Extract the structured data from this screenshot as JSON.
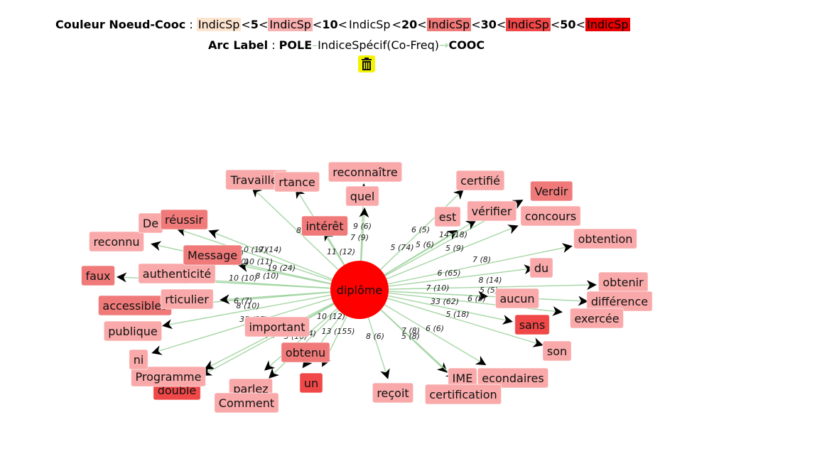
{
  "legend": {
    "node_title": "Couleur Noeud-Cooc",
    "separator": " : ",
    "swatch_label": "IndicSp",
    "lt": "<",
    "thresholds": [
      "5",
      "10",
      "20",
      "30",
      "50"
    ],
    "swatch_colors": [
      "#fde4cf",
      "#f9b0b0",
      "#ffffff",
      "#f07a7a",
      "#f04848",
      "#e60000"
    ],
    "arc_title": "Arc Label",
    "arc_from": "POLE",
    "arc_mid": "IndiceSpécif(Co-Freq)",
    "arc_to": "COOC",
    "arc_dash": "–",
    "arc_arrow": "→"
  },
  "colors": {
    "center": "#ff0000",
    "edge": "#a5d6a5",
    "arrow": "#000000",
    "trash_bg": "#f4f400"
  },
  "center_node": {
    "label": "diplôme"
  },
  "nodes": [
    {
      "label": "Travailler",
      "color": "#f9a9a9"
    },
    {
      "label": "rtance",
      "color": "#f9a9a9"
    },
    {
      "label": "reconnaître",
      "color": "#f9a9a9"
    },
    {
      "label": "quel",
      "color": "#f9a9a9"
    },
    {
      "label": "intérêt",
      "color": "#f07a7a"
    },
    {
      "label": "certifié",
      "color": "#f9a9a9"
    },
    {
      "label": "Verdir",
      "color": "#f07a7a"
    },
    {
      "label": "est",
      "color": "#f9a9a9"
    },
    {
      "label": "vérifier",
      "color": "#f9a9a9"
    },
    {
      "label": "concours",
      "color": "#f9a9a9"
    },
    {
      "label": "obtention",
      "color": "#f9a9a9"
    },
    {
      "label": "du",
      "color": "#f9a9a9"
    },
    {
      "label": "obtenir",
      "color": "#f9a9a9"
    },
    {
      "label": "différence",
      "color": "#f9a9a9"
    },
    {
      "label": "aucun",
      "color": "#f9a9a9"
    },
    {
      "label": "exercée",
      "color": "#f9a9a9"
    },
    {
      "label": "sans",
      "color": "#f04848"
    },
    {
      "label": "son",
      "color": "#f9a9a9"
    },
    {
      "label": "econdaires",
      "color": "#f9a9a9"
    },
    {
      "label": "IME",
      "color": "#f9a9a9"
    },
    {
      "label": "certification",
      "color": "#f9a9a9"
    },
    {
      "label": "reçoit",
      "color": "#f9a9a9"
    },
    {
      "label": "un",
      "color": "#f04848"
    },
    {
      "label": "obtenu",
      "color": "#f07a7a"
    },
    {
      "label": "important",
      "color": "#f9a9a9"
    },
    {
      "label": "parlez",
      "color": "#f9a9a9"
    },
    {
      "label": "Comment",
      "color": "#f9a9a9"
    },
    {
      "label": "double",
      "color": "#f04848"
    },
    {
      "label": "Programme",
      "color": "#f9a9a9"
    },
    {
      "label": "ni",
      "color": "#f9a9a9"
    },
    {
      "label": "publique",
      "color": "#f9a9a9"
    },
    {
      "label": "accessibles",
      "color": "#f07a7a"
    },
    {
      "label": "rticulier",
      "color": "#f9a9a9"
    },
    {
      "label": "faux",
      "color": "#f07a7a"
    },
    {
      "label": "authenticité",
      "color": "#f9a9a9"
    },
    {
      "label": "Message",
      "color": "#f07a7a"
    },
    {
      "label": "reconnu",
      "color": "#f9a9a9"
    },
    {
      "label": "De",
      "color": "#f9a9a9"
    },
    {
      "label": "réussir",
      "color": "#f07a7a"
    }
  ],
  "edge_labels": [
    "8 (8)",
    "9 (5)",
    "9 (6)",
    "7 (9)",
    "11 (12)",
    "6 (5)",
    "14 (18)",
    "5 (74)",
    "5 (6)",
    "5 (9)",
    "7 (8)",
    "6 (65)",
    "8 (14)",
    "5 (5)",
    "7 (10)",
    "6 (5)",
    "33 (62)",
    "5 (18)",
    "7 (8)",
    "6 (6)",
    "5 (8)",
    "8 (6)",
    "13 (155)",
    "10 (12)",
    "6 (4)",
    "5 (10)",
    "5 (7)",
    "35 (37)",
    "8 (10)",
    "6 (7)",
    "10 (10)",
    "8 (10)",
    "19 (24)",
    "8 (7)",
    "10 (17)",
    "9 (14)",
    "7 (10)",
    "10 (11)"
  ]
}
